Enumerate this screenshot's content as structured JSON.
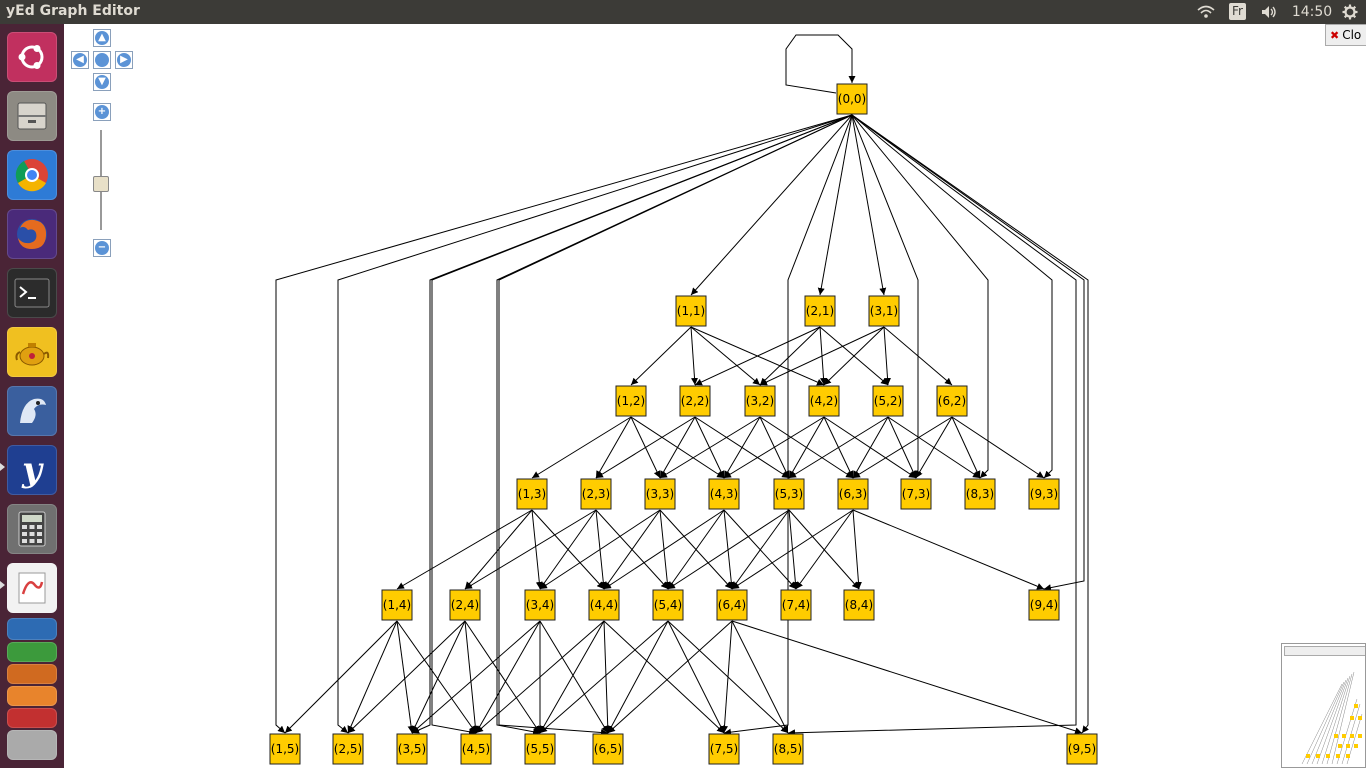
{
  "window": {
    "title": "yEd Graph Editor"
  },
  "topbar": {
    "keyboard_layout": "Fr",
    "clock": "14:50",
    "icons": [
      "wifi-icon",
      "volume-icon",
      "settings-gear-icon"
    ]
  },
  "launcher": {
    "items": [
      {
        "name": "ubuntu-logo-icon",
        "color": "#c1305f"
      },
      {
        "name": "files-icon",
        "color": "#8d8a83"
      },
      {
        "name": "chrome-icon",
        "color": "#2e7bd6"
      },
      {
        "name": "firefox-icon",
        "color": "#e56b1f"
      },
      {
        "name": "terminal-icon",
        "color": "#2b2b2b"
      },
      {
        "name": "teapot-icon",
        "color": "#f0c020"
      },
      {
        "name": "jabref-icon",
        "color": "#3a5f9e"
      },
      {
        "name": "yed-icon",
        "color": "#1f3f91"
      },
      {
        "name": "calculator-icon",
        "color": "#707070"
      },
      {
        "name": "document-viewer-icon",
        "color": "#d94040"
      },
      {
        "name": "writer-icon",
        "color": "#2d6bb3"
      },
      {
        "name": "calc-icon",
        "color": "#3c9a3c"
      },
      {
        "name": "impress-icon",
        "color": "#d06a20"
      },
      {
        "name": "amazon-icon",
        "color": "#e8842c"
      },
      {
        "name": "text-editor-icon",
        "color": "#c23030"
      },
      {
        "name": "apps-stack-icon",
        "color": "#aaaaaa"
      }
    ]
  },
  "controls": {
    "pan_up": "pan-up-icon",
    "pan_left": "pan-left-icon",
    "pan_center": "pan-center-icon",
    "pan_right": "pan-right-icon",
    "pan_down": "pan-down-icon",
    "zoom_in": "zoom-in-icon",
    "zoom_out": "zoom-out-icon"
  },
  "close_tab": {
    "label": "Clo"
  },
  "graph": {
    "node_color": "#ffcc00",
    "nodes": [
      {
        "id": "0,0",
        "label": "(0,0)"
      },
      {
        "id": "1,1",
        "label": "(1,1)"
      },
      {
        "id": "2,1",
        "label": "(2,1)"
      },
      {
        "id": "3,1",
        "label": "(3,1)"
      },
      {
        "id": "1,2",
        "label": "(1,2)"
      },
      {
        "id": "2,2",
        "label": "(2,2)"
      },
      {
        "id": "3,2",
        "label": "(3,2)"
      },
      {
        "id": "4,2",
        "label": "(4,2)"
      },
      {
        "id": "5,2",
        "label": "(5,2)"
      },
      {
        "id": "6,2",
        "label": "(6,2)"
      },
      {
        "id": "1,3",
        "label": "(1,3)"
      },
      {
        "id": "2,3",
        "label": "(2,3)"
      },
      {
        "id": "3,3",
        "label": "(3,3)"
      },
      {
        "id": "4,3",
        "label": "(4,3)"
      },
      {
        "id": "5,3",
        "label": "(5,3)"
      },
      {
        "id": "6,3",
        "label": "(6,3)"
      },
      {
        "id": "7,3",
        "label": "(7,3)"
      },
      {
        "id": "8,3",
        "label": "(8,3)"
      },
      {
        "id": "9,3",
        "label": "(9,3)"
      },
      {
        "id": "1,4",
        "label": "(1,4)"
      },
      {
        "id": "2,4",
        "label": "(2,4)"
      },
      {
        "id": "3,4",
        "label": "(3,4)"
      },
      {
        "id": "4,4",
        "label": "(4,4)"
      },
      {
        "id": "5,4",
        "label": "(5,4)"
      },
      {
        "id": "6,4",
        "label": "(6,4)"
      },
      {
        "id": "7,4",
        "label": "(7,4)"
      },
      {
        "id": "8,4",
        "label": "(8,4)"
      },
      {
        "id": "9,4",
        "label": "(9,4)"
      },
      {
        "id": "1,5",
        "label": "(1,5)"
      },
      {
        "id": "2,5",
        "label": "(2,5)"
      },
      {
        "id": "3,5",
        "label": "(3,5)"
      },
      {
        "id": "4,5",
        "label": "(4,5)"
      },
      {
        "id": "5,5",
        "label": "(5,5)"
      },
      {
        "id": "6,5",
        "label": "(6,5)"
      },
      {
        "id": "7,5",
        "label": "(7,5)"
      },
      {
        "id": "8,5",
        "label": "(8,5)"
      },
      {
        "id": "9,5",
        "label": "(9,5)"
      }
    ],
    "edges": [
      [
        "0,0",
        "0,0"
      ],
      [
        "0,0",
        "1,1"
      ],
      [
        "0,0",
        "2,1"
      ],
      [
        "0,0",
        "3,1"
      ],
      [
        "0,0",
        "7,3"
      ],
      [
        "0,0",
        "8,3"
      ],
      [
        "0,0",
        "9,3"
      ],
      [
        "0,0",
        "9,4"
      ],
      [
        "0,0",
        "1,5"
      ],
      [
        "0,0",
        "2,5"
      ],
      [
        "0,0",
        "3,5"
      ],
      [
        "0,0",
        "4,5"
      ],
      [
        "0,0",
        "5,5"
      ],
      [
        "0,0",
        "6,5"
      ],
      [
        "0,0",
        "7,5"
      ],
      [
        "0,0",
        "8,5"
      ],
      [
        "0,0",
        "9,5"
      ],
      [
        "1,1",
        "1,2"
      ],
      [
        "1,1",
        "2,2"
      ],
      [
        "1,1",
        "3,2"
      ],
      [
        "1,1",
        "4,2"
      ],
      [
        "2,1",
        "2,2"
      ],
      [
        "2,1",
        "3,2"
      ],
      [
        "2,1",
        "4,2"
      ],
      [
        "2,1",
        "5,2"
      ],
      [
        "3,1",
        "3,2"
      ],
      [
        "3,1",
        "4,2"
      ],
      [
        "3,1",
        "5,2"
      ],
      [
        "3,1",
        "6,2"
      ],
      [
        "1,2",
        "1,3"
      ],
      [
        "1,2",
        "2,3"
      ],
      [
        "1,2",
        "3,3"
      ],
      [
        "1,2",
        "4,3"
      ],
      [
        "2,2",
        "2,3"
      ],
      [
        "2,2",
        "3,3"
      ],
      [
        "2,2",
        "4,3"
      ],
      [
        "2,2",
        "5,3"
      ],
      [
        "3,2",
        "3,3"
      ],
      [
        "3,2",
        "4,3"
      ],
      [
        "3,2",
        "5,3"
      ],
      [
        "3,2",
        "6,3"
      ],
      [
        "4,2",
        "4,3"
      ],
      [
        "4,2",
        "5,3"
      ],
      [
        "4,2",
        "6,3"
      ],
      [
        "4,2",
        "7,3"
      ],
      [
        "5,2",
        "5,3"
      ],
      [
        "5,2",
        "6,3"
      ],
      [
        "5,2",
        "7,3"
      ],
      [
        "5,2",
        "8,3"
      ],
      [
        "6,2",
        "6,3"
      ],
      [
        "6,2",
        "7,3"
      ],
      [
        "6,2",
        "8,3"
      ],
      [
        "6,2",
        "9,3"
      ],
      [
        "1,3",
        "1,4"
      ],
      [
        "1,3",
        "2,4"
      ],
      [
        "1,3",
        "3,4"
      ],
      [
        "1,3",
        "4,4"
      ],
      [
        "2,3",
        "2,4"
      ],
      [
        "2,3",
        "3,4"
      ],
      [
        "2,3",
        "4,4"
      ],
      [
        "2,3",
        "5,4"
      ],
      [
        "3,3",
        "3,4"
      ],
      [
        "3,3",
        "4,4"
      ],
      [
        "3,3",
        "5,4"
      ],
      [
        "3,3",
        "6,4"
      ],
      [
        "4,3",
        "4,4"
      ],
      [
        "4,3",
        "5,4"
      ],
      [
        "4,3",
        "6,4"
      ],
      [
        "4,3",
        "7,4"
      ],
      [
        "5,3",
        "5,4"
      ],
      [
        "5,3",
        "6,4"
      ],
      [
        "5,3",
        "7,4"
      ],
      [
        "5,3",
        "8,4"
      ],
      [
        "6,3",
        "6,4"
      ],
      [
        "6,3",
        "7,4"
      ],
      [
        "6,3",
        "8,4"
      ],
      [
        "6,3",
        "9,4"
      ],
      [
        "1,4",
        "1,5"
      ],
      [
        "1,4",
        "2,5"
      ],
      [
        "1,4",
        "3,5"
      ],
      [
        "1,4",
        "4,5"
      ],
      [
        "2,4",
        "2,5"
      ],
      [
        "2,4",
        "3,5"
      ],
      [
        "2,4",
        "4,5"
      ],
      [
        "2,4",
        "5,5"
      ],
      [
        "3,4",
        "3,5"
      ],
      [
        "3,4",
        "4,5"
      ],
      [
        "3,4",
        "5,5"
      ],
      [
        "3,4",
        "6,5"
      ],
      [
        "4,4",
        "4,5"
      ],
      [
        "4,4",
        "5,5"
      ],
      [
        "4,4",
        "6,5"
      ],
      [
        "4,4",
        "7,5"
      ],
      [
        "5,4",
        "5,5"
      ],
      [
        "5,4",
        "6,5"
      ],
      [
        "5,4",
        "7,5"
      ],
      [
        "5,4",
        "8,5"
      ],
      [
        "6,4",
        "6,5"
      ],
      [
        "6,4",
        "7,5"
      ],
      [
        "6,4",
        "8,5"
      ],
      [
        "6,4",
        "9,5"
      ]
    ]
  }
}
